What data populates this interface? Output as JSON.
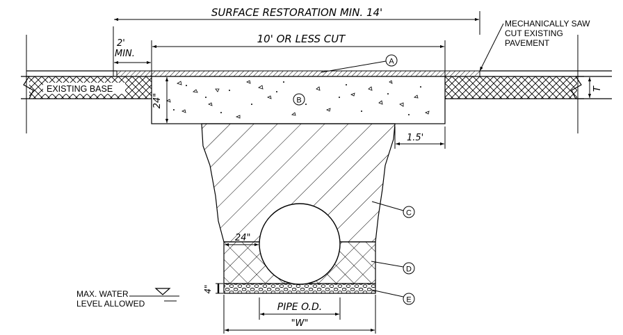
{
  "labels": {
    "surface_restoration": "SURFACE RESTORATION MIN. 14'",
    "cut_width": "10' OR LESS CUT",
    "min_offset_value": "2'",
    "min_offset_suffix": "MIN.",
    "sawcut_note": [
      "MECHANICALLY SAW",
      "CUT EXISTING",
      "PAVEMENT"
    ],
    "existing_base": "EXISTING BASE",
    "concrete_depth": "24\"",
    "thickness": "T",
    "step_width": "1.5'",
    "pipe_clearance": "24\"",
    "bedding_depth": "4\"",
    "water_level": [
      "MAX. WATER",
      "LEVEL ALLOWED"
    ],
    "pipe_od": "PIPE O.D.",
    "trench_width": "\"W\""
  },
  "callouts": {
    "a": "A",
    "b": "B",
    "c": "C",
    "d": "D",
    "e": "E"
  }
}
